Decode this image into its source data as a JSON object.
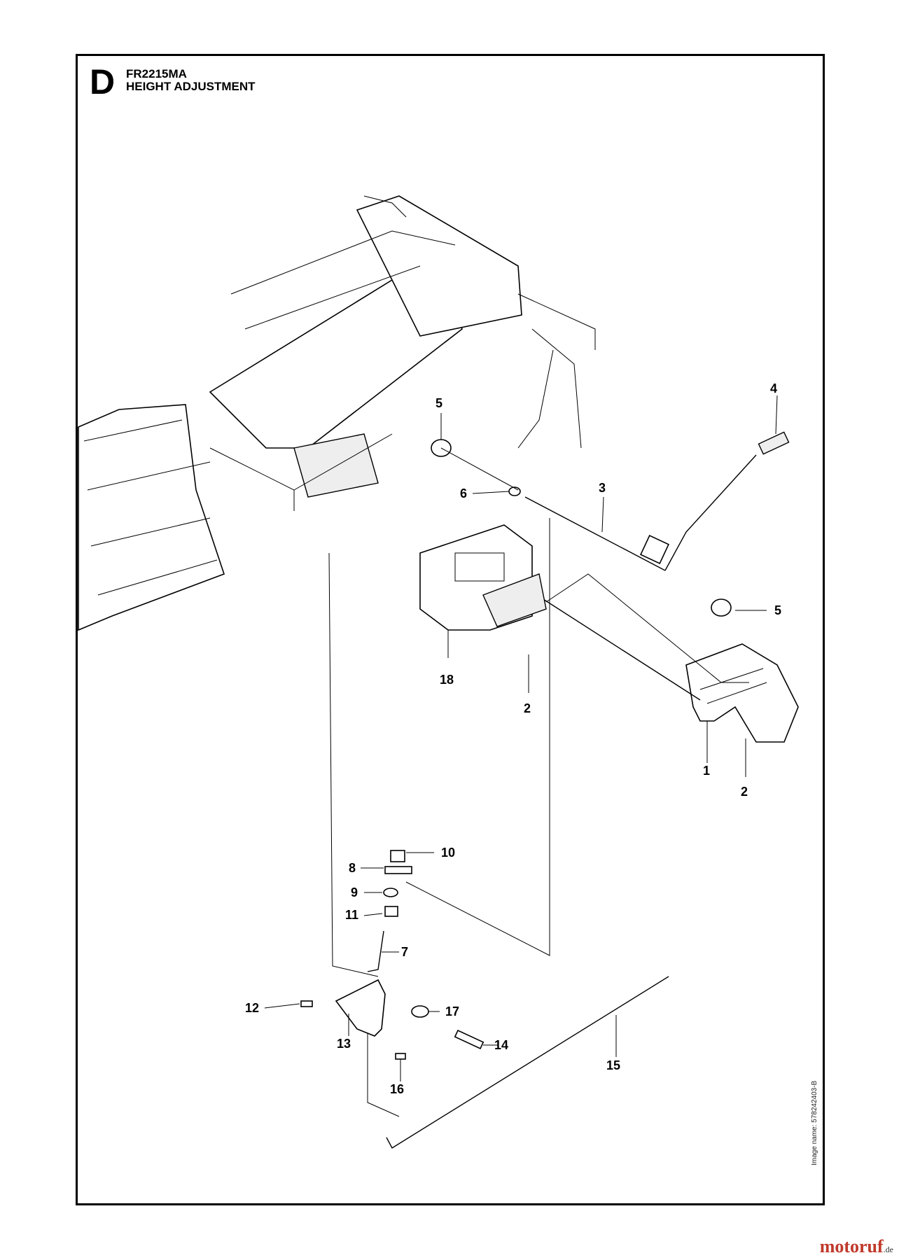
{
  "header": {
    "section_letter": "D",
    "model": "FR2215MA",
    "title": "HEIGHT ADJUSTMENT"
  },
  "image_name": "Image name: 578242403-B",
  "brand": {
    "name": "motoruf",
    "tld": ".de",
    "color": "#c0392b"
  },
  "callouts": [
    "1",
    "2",
    "2",
    "3",
    "4",
    "5",
    "5",
    "6",
    "7",
    "8",
    "9",
    "10",
    "11",
    "12",
    "13",
    "14",
    "15",
    "16",
    "17",
    "18"
  ]
}
